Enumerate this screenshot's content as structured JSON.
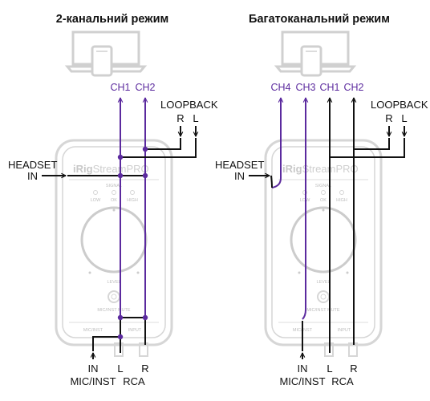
{
  "left_panel": {
    "title": "2-канальний режим",
    "channels": [
      "CH1",
      "CH2"
    ]
  },
  "right_panel": {
    "title": "Багатоканальний режим",
    "channels": [
      "CH4",
      "CH3",
      "CH1",
      "CH2"
    ]
  },
  "labels": {
    "loopback": "LOOPBACK",
    "r": "R",
    "l": "L",
    "headset": "HEADSET",
    "in": "IN",
    "mic_inst": "MIC/INST",
    "rca": "RCA"
  },
  "device": {
    "brand_bold": "iRig",
    "brand_light": "StreamPRO",
    "signal_label": "SIGNAL",
    "led_low": "LOW",
    "led_ok": "OK",
    "led_high": "HIGH",
    "level_label": "LEVEL",
    "mute_label": "MIC/INST MUTE",
    "jack_mic_inst": "MIC/INST",
    "jack_input": "INPUT"
  },
  "colors": {
    "channel_line": "#5b2a9e",
    "wire": "#111111",
    "device_outline": "#d6d6d6"
  }
}
